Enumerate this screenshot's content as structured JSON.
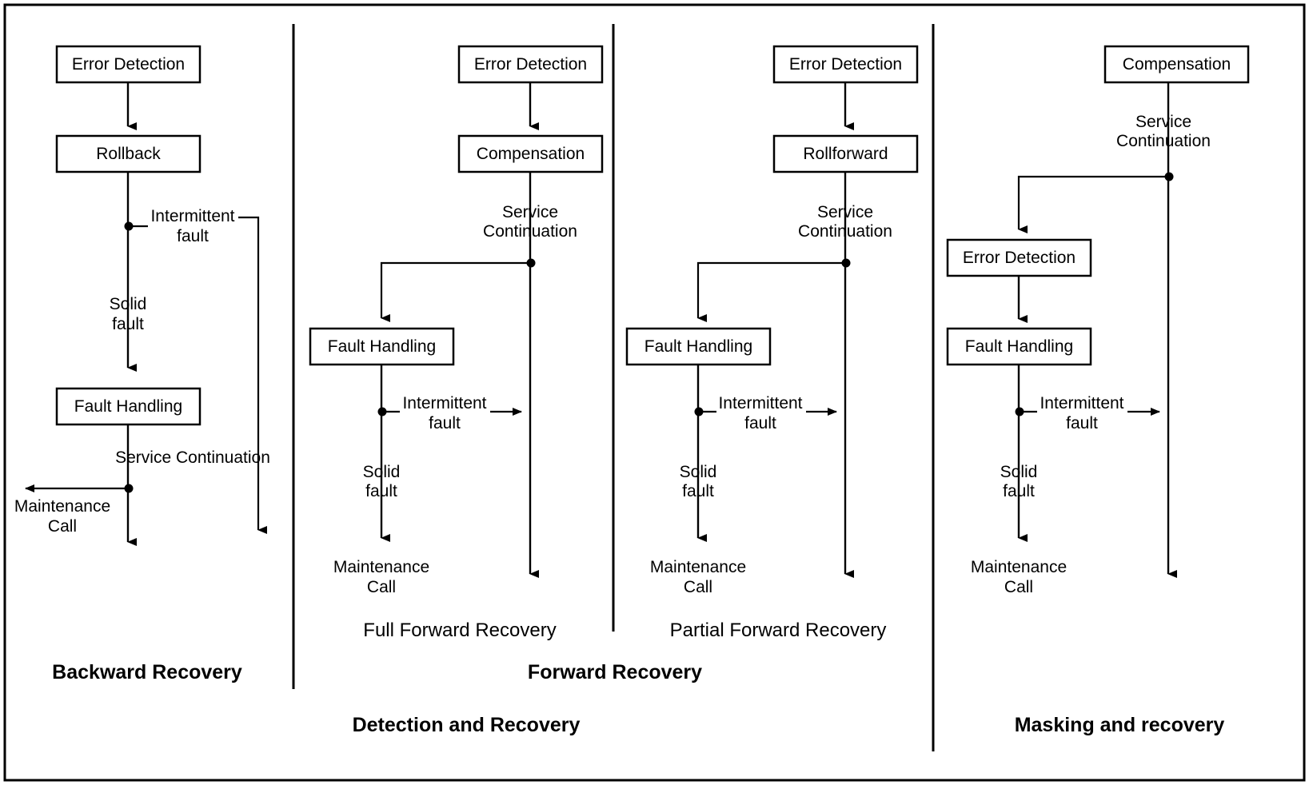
{
  "figure": {
    "title": "Error recovery strategies comparison diagram",
    "background_color": "#ffffff",
    "line_color": "#000000"
  },
  "columns": [
    {
      "id": "backward-recovery",
      "caption": "Backward Recovery",
      "boxes": [
        {
          "label": "Error Detection"
        },
        {
          "label": "Rollback"
        },
        {
          "label": "Fault Handling"
        }
      ],
      "edge_labels": [
        {
          "label_line1": "Intermittent",
          "label_line2": "fault"
        },
        {
          "label_line1": "Solid",
          "label_line2": "fault"
        },
        {
          "label_line1": "Service Continuation",
          "label_line2": ""
        }
      ],
      "terminals": [
        {
          "label_line1": "Maintenance",
          "label_line2": "Call"
        }
      ]
    },
    {
      "id": "full-forward-recovery",
      "caption": "Full Forward Recovery",
      "boxes": [
        {
          "label": "Error Detection"
        },
        {
          "label": "Compensation"
        },
        {
          "label": "Fault Handling"
        }
      ],
      "edge_labels": [
        {
          "label_line1": "Service",
          "label_line2": "Continuation"
        },
        {
          "label_line1": "Intermittent",
          "label_line2": "fault"
        },
        {
          "label_line1": "Solid",
          "label_line2": "fault"
        }
      ],
      "terminals": [
        {
          "label_line1": "Maintenance",
          "label_line2": "Call"
        }
      ]
    },
    {
      "id": "partial-forward-recovery",
      "caption": "Partial Forward Recovery",
      "boxes": [
        {
          "label": "Error Detection"
        },
        {
          "label": "Rollforward"
        },
        {
          "label": "Fault Handling"
        }
      ],
      "edge_labels": [
        {
          "label_line1": "Service",
          "label_line2": "Continuation"
        },
        {
          "label_line1": "Intermittent",
          "label_line2": "fault"
        },
        {
          "label_line1": "Solid",
          "label_line2": "fault"
        }
      ],
      "terminals": [
        {
          "label_line1": "Maintenance",
          "label_line2": "Call"
        }
      ]
    },
    {
      "id": "masking-and-recovery",
      "caption": "Masking and recovery",
      "boxes": [
        {
          "label": "Compensation"
        },
        {
          "label": "Error Detection"
        },
        {
          "label": "Fault Handling"
        }
      ],
      "edge_labels": [
        {
          "label_line1": "Service",
          "label_line2": "Continuation"
        },
        {
          "label_line1": "Intermittent",
          "label_line2": "fault"
        },
        {
          "label_line1": "Solid",
          "label_line2": "fault"
        }
      ],
      "terminals": [
        {
          "label_line1": "Maintenance",
          "label_line2": "Call"
        }
      ]
    }
  ],
  "group_captions": {
    "forward_recovery": "Forward Recovery",
    "detection_and_recovery": "Detection and Recovery",
    "masking_and_recovery": "Masking and recovery",
    "backward_recovery": "Backward Recovery"
  }
}
